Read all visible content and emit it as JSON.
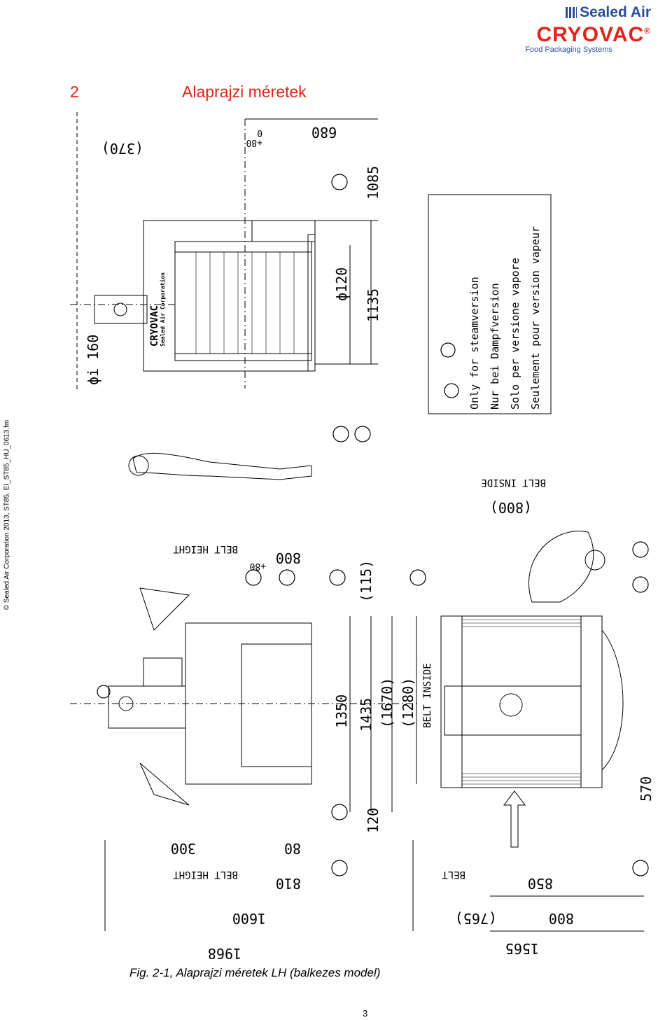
{
  "logo": {
    "sealed_air": "Sealed Air",
    "cryovac": "CRYOVAC",
    "registered": "®",
    "tagline": "Food Packaging Systems",
    "colors": {
      "blue": "#2a4f9a",
      "red": "#e2231a"
    }
  },
  "heading": {
    "number": "2",
    "title": "Alaprajzi méretek"
  },
  "side_copyright": "© Sealed Air Corporation 2013, ST85, EI_ST85_HU_0613.fm",
  "drawing": {
    "dimensions": {
      "d370": "(370)",
      "d680": "680",
      "d680_tol_plus": "+80",
      "d680_tol_zero": "0",
      "d1085": "1085",
      "d1135": "1135",
      "phi120": "ϕ120",
      "phi_i160": "ϕi 160",
      "d800_belt_inside": "(800)",
      "belt_inside_top": "BELT INSIDE",
      "d800_belt_height": "800",
      "belt_height_top": "BELT HEIGHT",
      "d115": "(115)",
      "d1350": "1350",
      "d1435": "1435",
      "d1670": "(1670)",
      "d1280": "(1280)",
      "belt_inside_side": "BELT INSIDE",
      "d570": "570",
      "d120": "120",
      "d300": "300",
      "d80": "80",
      "d810": "810",
      "belt_height_bottom": "BELT HEIGHT",
      "d1600": "1600",
      "d1968": "1968",
      "d850": "850",
      "belt_label": "BELT",
      "d765": "(765)",
      "d800_bottom": "800",
      "d1565": "1565",
      "tol_plus": "+80",
      "tol_zero": "0"
    },
    "machine_brand": "CRYOVAC",
    "machine_company": "Sealed Air Corporation",
    "legend_lines": [
      "Only for steamversion",
      "Nur bei Dampfversion",
      "Solo per versione vapore",
      "Seulement pour version vapeur"
    ]
  },
  "caption": "Fig. 2-1,   Alaprajzi méretek LH (balkezes model)",
  "page_number": "3"
}
